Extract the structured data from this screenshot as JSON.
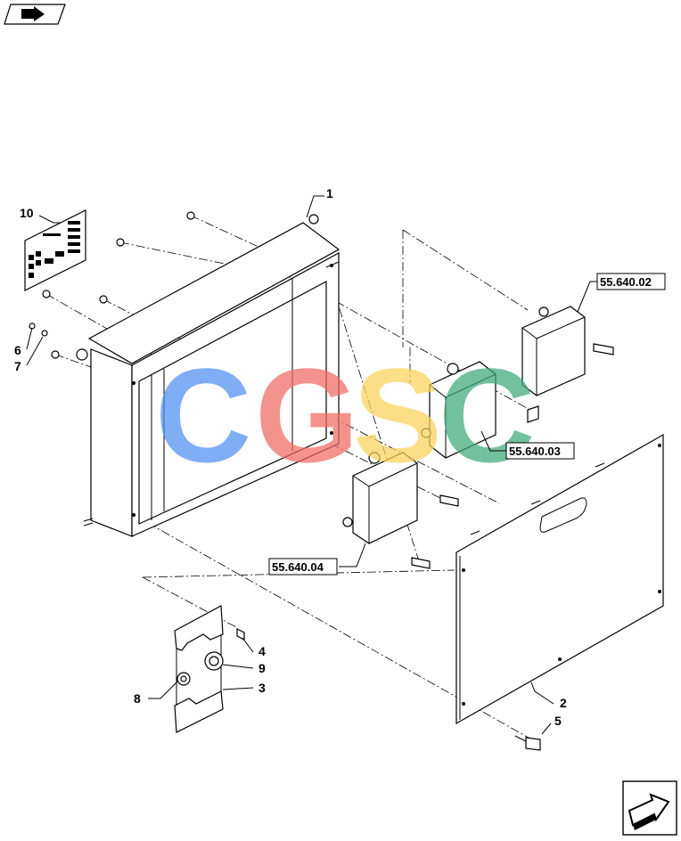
{
  "callouts": {
    "c1": "1",
    "c2": "2",
    "c3": "3",
    "c4": "4",
    "c5": "5",
    "c6": "6",
    "c7": "7",
    "c8": "8",
    "c9": "9",
    "c10": "10"
  },
  "references": {
    "r1": "55.640.02",
    "r2": "55.640.03",
    "r3": "55.640.04"
  },
  "watermark": {
    "letters": [
      "C",
      "G",
      "S",
      "C"
    ],
    "colors": [
      "#4f8ff2",
      "#f06a62",
      "#fbd25a",
      "#3ea97a"
    ]
  },
  "icons": {
    "top": "back-arrow-icon",
    "bottom": "next-arrow-icon"
  }
}
